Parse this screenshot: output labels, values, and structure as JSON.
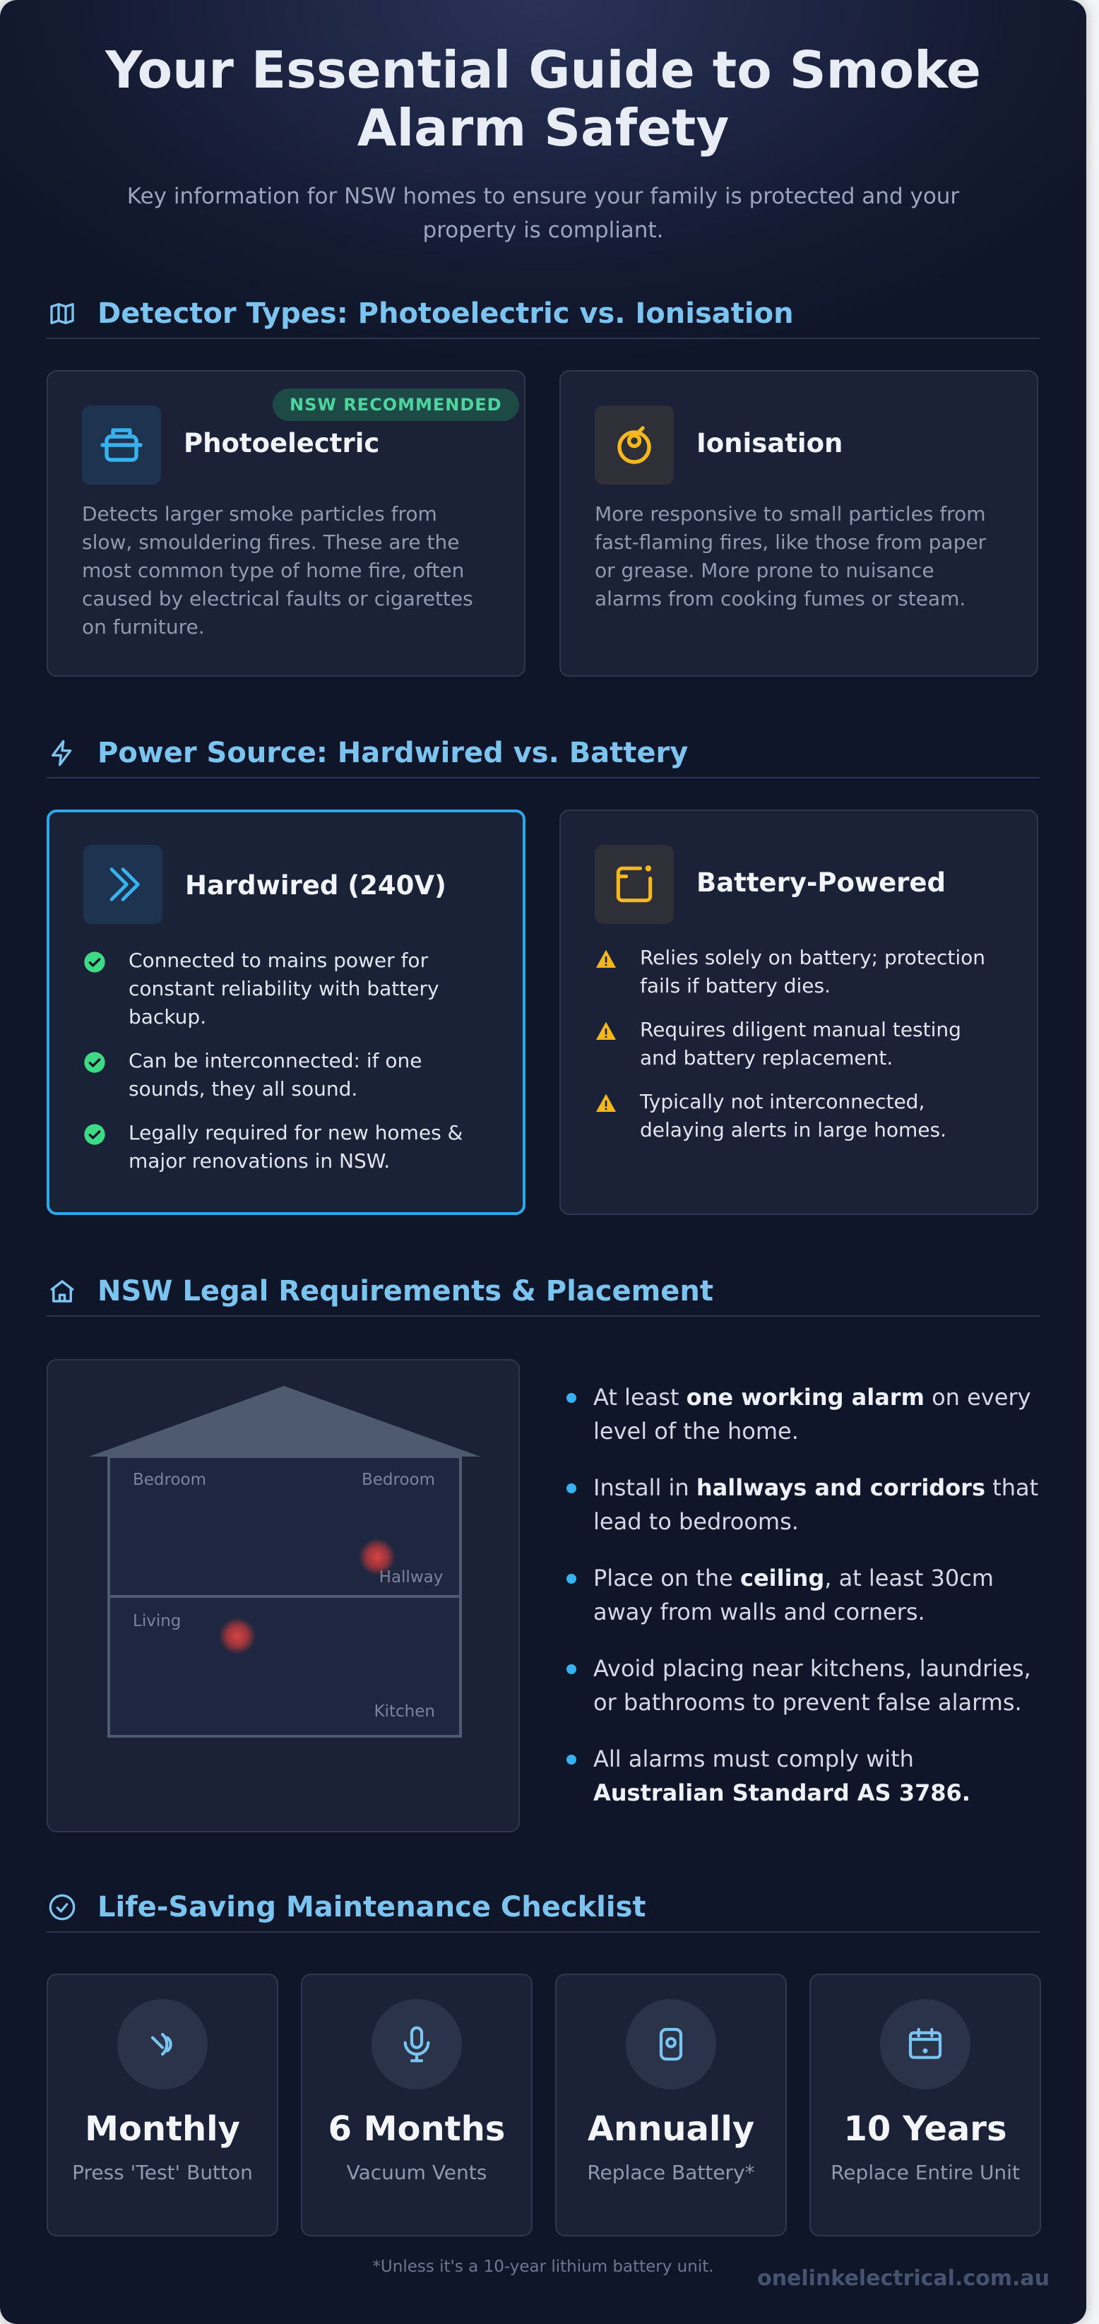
{
  "header": {
    "title_line1": "Your Essential Guide to Smoke",
    "title_line2": "Alarm Safety",
    "subtitle_line1": "Key information for NSW homes to ensure your family is protected and your",
    "subtitle_line2": "property is compliant."
  },
  "detectors": {
    "heading": "Detector Types: Photoelectric vs. Ionisation",
    "photoelectric": {
      "badge": "NSW RECOMMENDED",
      "title": "Photoelectric",
      "desc": [
        "Detects larger smoke particles from",
        "slow, smouldering fires. These are the",
        "most common type of home fire, often",
        "caused by electrical faults or cigarettes",
        "on furniture."
      ]
    },
    "ionisation": {
      "title": "Ionisation",
      "desc": [
        "More responsive to small particles from",
        "fast-flaming fires, like those from paper",
        "or grease. More prone to nuisance",
        "alarms from cooking fumes or steam."
      ]
    }
  },
  "power": {
    "heading": "Power Source: Hardwired vs. Battery",
    "hardwired": {
      "title": "Hardwired (240V)",
      "points": [
        [
          "Connected to mains power for",
          "constant reliability with battery",
          "backup."
        ],
        [
          "Can be interconnected: if one",
          "sounds, they all sound."
        ],
        [
          "Legally required for new homes &",
          "major renovations in NSW."
        ]
      ]
    },
    "battery": {
      "title": "Battery-Powered",
      "points": [
        [
          "Relies solely on battery; protection",
          "fails if battery dies."
        ],
        [
          "Requires diligent manual testing",
          "and battery replacement."
        ],
        [
          "Typically not interconnected,",
          "delaying alerts in large homes."
        ]
      ]
    }
  },
  "legal": {
    "heading": "NSW Legal Requirements & Placement",
    "rooms": {
      "bedroom_left": "Bedroom",
      "bedroom_right": "Bedroom",
      "hallway": "Hallway",
      "living": "Living",
      "kitchen": "Kitchen"
    },
    "requirements": [
      {
        "pre": "At least ",
        "bold": "one working alarm",
        "post": " on every level of the home."
      },
      {
        "pre": "Install in ",
        "bold": "hallways and corridors",
        "post": " that lead to bedrooms."
      },
      {
        "pre": "Place on the ",
        "bold": "ceiling",
        "post": ", at least 30cm away from walls and corners."
      },
      {
        "pre": "Avoid placing near kitchens, laundries, or bathrooms to prevent false alarms.",
        "bold": "",
        "post": ""
      },
      {
        "pre": "All alarms must comply with ",
        "bold": "Australian Standard AS 3786.",
        "post": ""
      }
    ]
  },
  "maintenance": {
    "heading": "Life-Saving Maintenance Checklist",
    "items": [
      {
        "period": "Monthly",
        "task": "Press 'Test' Button",
        "icon": "press-icon"
      },
      {
        "period": "6 Months",
        "task": "Vacuum Vents",
        "icon": "vacuum-icon"
      },
      {
        "period": "Annually",
        "task": "Replace Battery*",
        "icon": "battery-icon"
      },
      {
        "period": "10 Years",
        "task": "Replace Entire Unit",
        "icon": "calendar-icon"
      }
    ],
    "footnote": "*Unless it's a 10-year lithium battery unit."
  },
  "brand": "onelinkelectrical.com.au",
  "colors": {
    "accent_blue": "#2aa8e8",
    "heading_blue": "#7cc4f0",
    "recommended_green": "#4fd3a0",
    "check_green": "#3ddc84",
    "warning_amber": "#f5b81c",
    "alarm_red": "#e04545"
  }
}
